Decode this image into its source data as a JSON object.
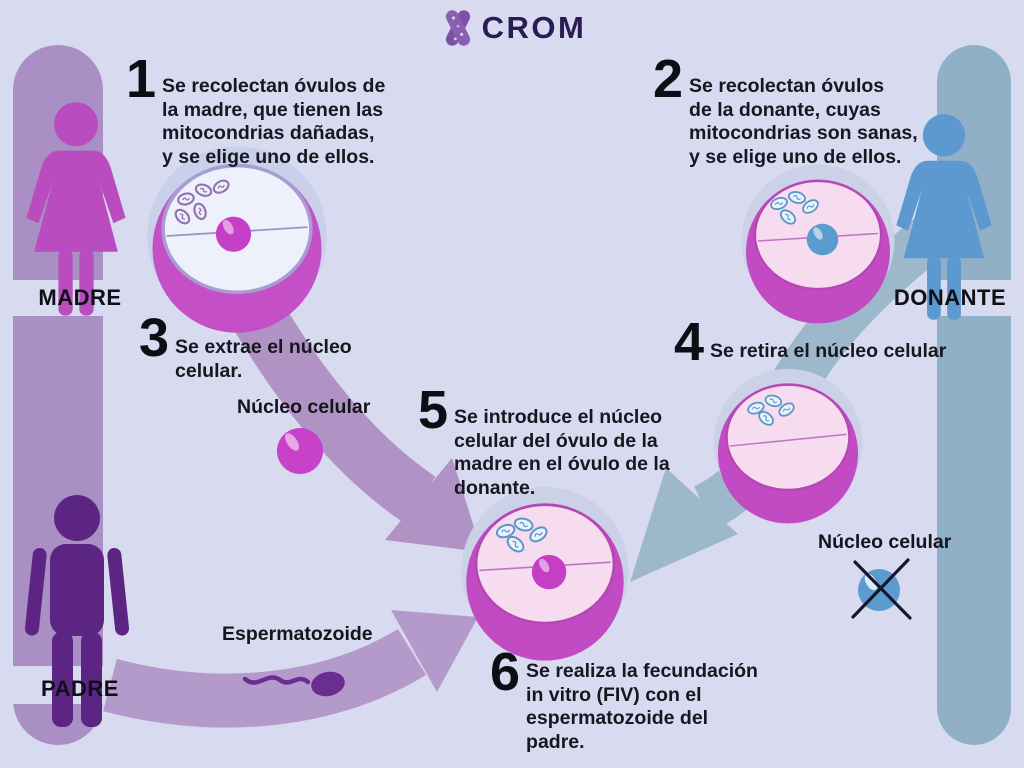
{
  "logo": {
    "brand": "CROM",
    "icon": "chromosome-x-icon"
  },
  "steps": [
    {
      "number": "1",
      "text": "Se recolectan óvulos de\nla madre, que tienen las\nmitocondrias dañadas,\ny se elige uno de ellos."
    },
    {
      "number": "2",
      "text": "Se recolectan óvulos\nde la donante, cuyas\nmitocondrias son sanas,\ny se elige uno de ellos."
    },
    {
      "number": "3",
      "text": "Se extrae el núcleo\ncelular."
    },
    {
      "number": "4",
      "text": "Se retira el núcleo celular"
    },
    {
      "number": "5",
      "text": "Se introduce el núcleo\ncelular del óvulo de la\nmadre en el óvulo de la\ndonante."
    },
    {
      "number": "6",
      "text": "Se realiza la fecundación\nin vitro (FIV) con el\nespermatozoide del\npadre."
    }
  ],
  "people": {
    "madre": "MADRE",
    "donante": "DONANTE",
    "padre": "PADRE"
  },
  "annotations": {
    "nucleo_madre": "Núcleo celular",
    "nucleo_donante": "Núcleo celular",
    "espermatozoide": "Espermatozoide"
  },
  "colors": {
    "background": "#d8daf0",
    "bar_left": "#a98fc4",
    "bar_right": "#90b0c7",
    "madre_figure": "#b94cbe",
    "donante_figure": "#5c99d1",
    "padre_figure": "#5d2583",
    "arrow_purple": "#b093c4",
    "arrow_blue": "#9db8cb",
    "cell_outer": "#c24bc3",
    "cell_halo": "#cbd2e8",
    "cell_inner_pink": "#f7dbee",
    "cell_inner_light": "#eef0fc",
    "nucleus_magenta": "#c43fc6",
    "nucleus_blue": "#5b9bd0",
    "sperm": "#6a2d90",
    "text": "#17171f",
    "brand_text": "#2a1c52",
    "chromosome_icon": "#7c52a6"
  }
}
